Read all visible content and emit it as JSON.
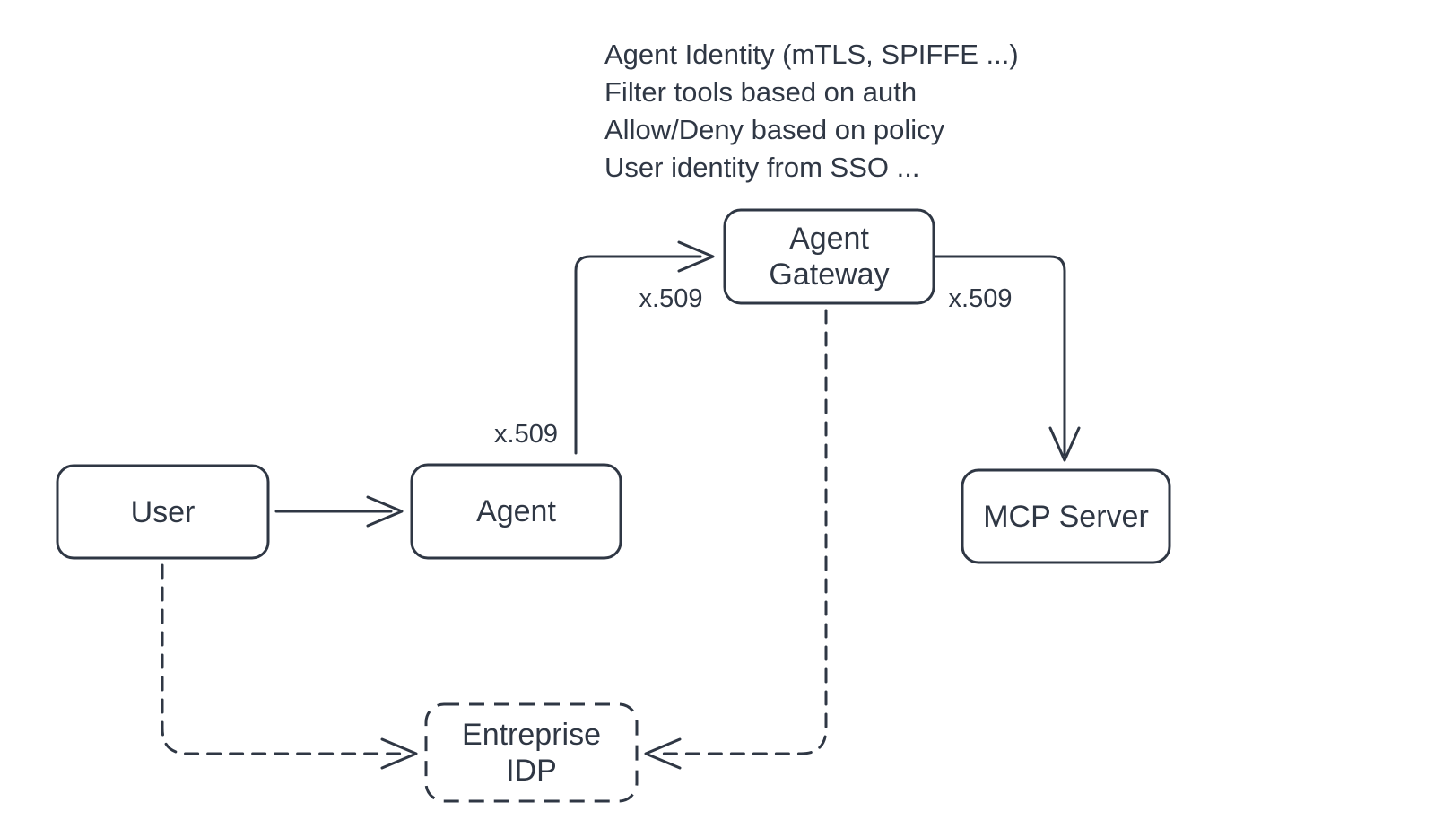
{
  "diagram": {
    "background": "#ffffff",
    "stroke_color": "#2f3744"
  },
  "annotation": {
    "lines": [
      "Agent Identity (mTLS, SPIFFE ...)",
      "Filter tools based on auth",
      "Allow/Deny based on policy",
      "User identity from SSO ..."
    ]
  },
  "nodes": {
    "user": {
      "label": "User"
    },
    "agent": {
      "label": "Agent"
    },
    "agent_gateway": {
      "label": "Agent\nGateway"
    },
    "mcp_server": {
      "label": "MCP Server"
    },
    "enterprise_idp": {
      "label": "Entreprise\nIDP"
    }
  },
  "edge_labels": {
    "agent_x509": "x.509",
    "gateway_in_x509": "x.509",
    "gateway_out_x509": "x.509"
  }
}
